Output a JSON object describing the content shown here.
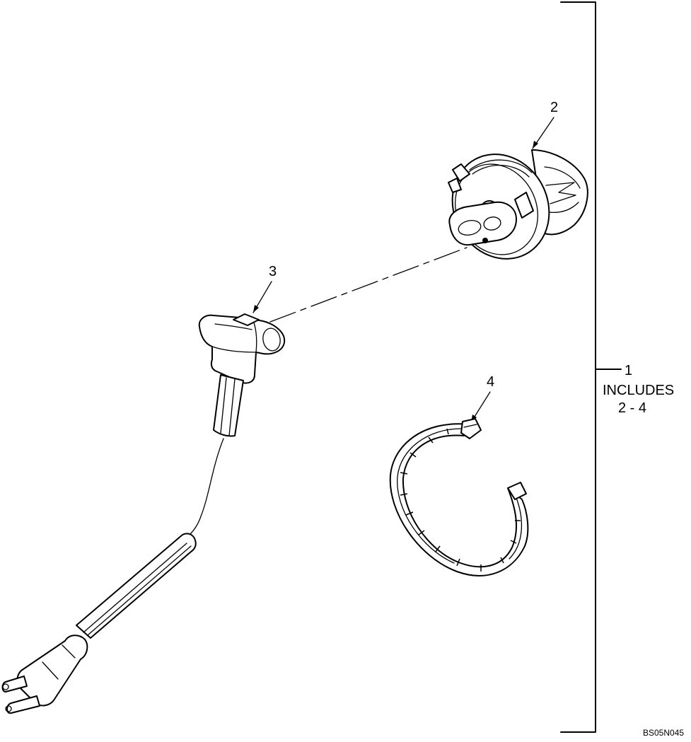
{
  "callouts": {
    "item1": "1",
    "item2": "2",
    "item3": "3",
    "item4": "4"
  },
  "bracket_note": {
    "line1": "INCLUDES",
    "line2": "2 - 4"
  },
  "reference_code": "BS05N045",
  "parts": [
    {
      "number": "2",
      "icon": "heater-element-icon"
    },
    {
      "number": "3",
      "icon": "power-cord-connector-icon"
    },
    {
      "number": "4",
      "icon": "hose-clamp-band-icon"
    }
  ]
}
